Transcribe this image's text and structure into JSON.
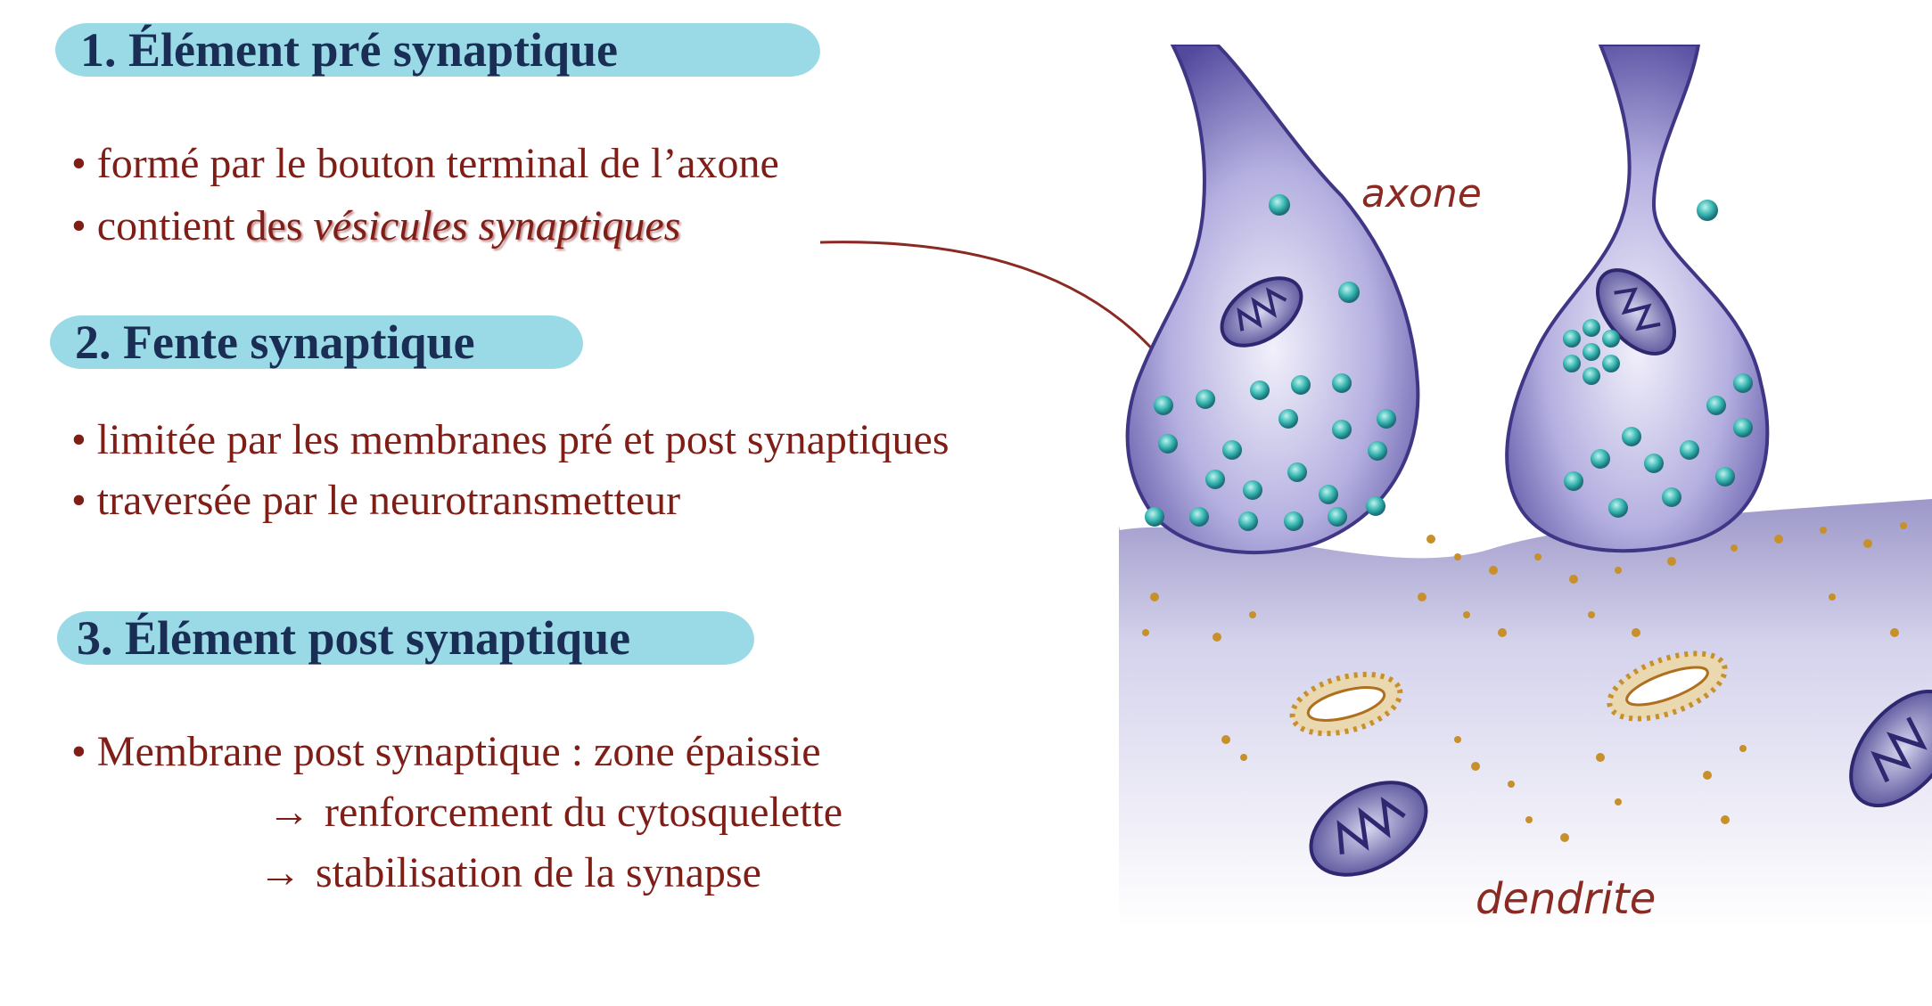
{
  "sections": [
    {
      "heading": "1.    Élément pré synaptique",
      "lines": [
        {
          "prefix": "• formé par le bouton terminal de l’axone"
        },
        {
          "prefix": "• contient ",
          "highlight": "des ",
          "italic": "vésicules synaptiques"
        }
      ]
    },
    {
      "heading": "2.  Fente synaptique",
      "lines": [
        {
          "prefix": "• limitée par les membranes pré et post synaptiques"
        },
        {
          "prefix": "• traversée  par   le   neurotransmetteur"
        }
      ]
    },
    {
      "heading": "3.  Élément post synaptique",
      "lines": [
        {
          "prefix": "•  Membrane post synaptique : zone épaissie"
        },
        {
          "arrow": "→",
          "prefix": "renforcement du cytosquelette"
        },
        {
          "arrow": "→",
          "prefix": "stabilisation de la  synapse"
        }
      ]
    }
  ],
  "illustration": {
    "label_axon": "axone",
    "label_dendrite": "dendrite",
    "colors": {
      "terminal": "#6e67b8",
      "terminal_light": "#e6e4f5",
      "vesicle": "#35b5b0",
      "neurotransmitter": "#c8902a",
      "annotation": "#8a2a22"
    }
  }
}
